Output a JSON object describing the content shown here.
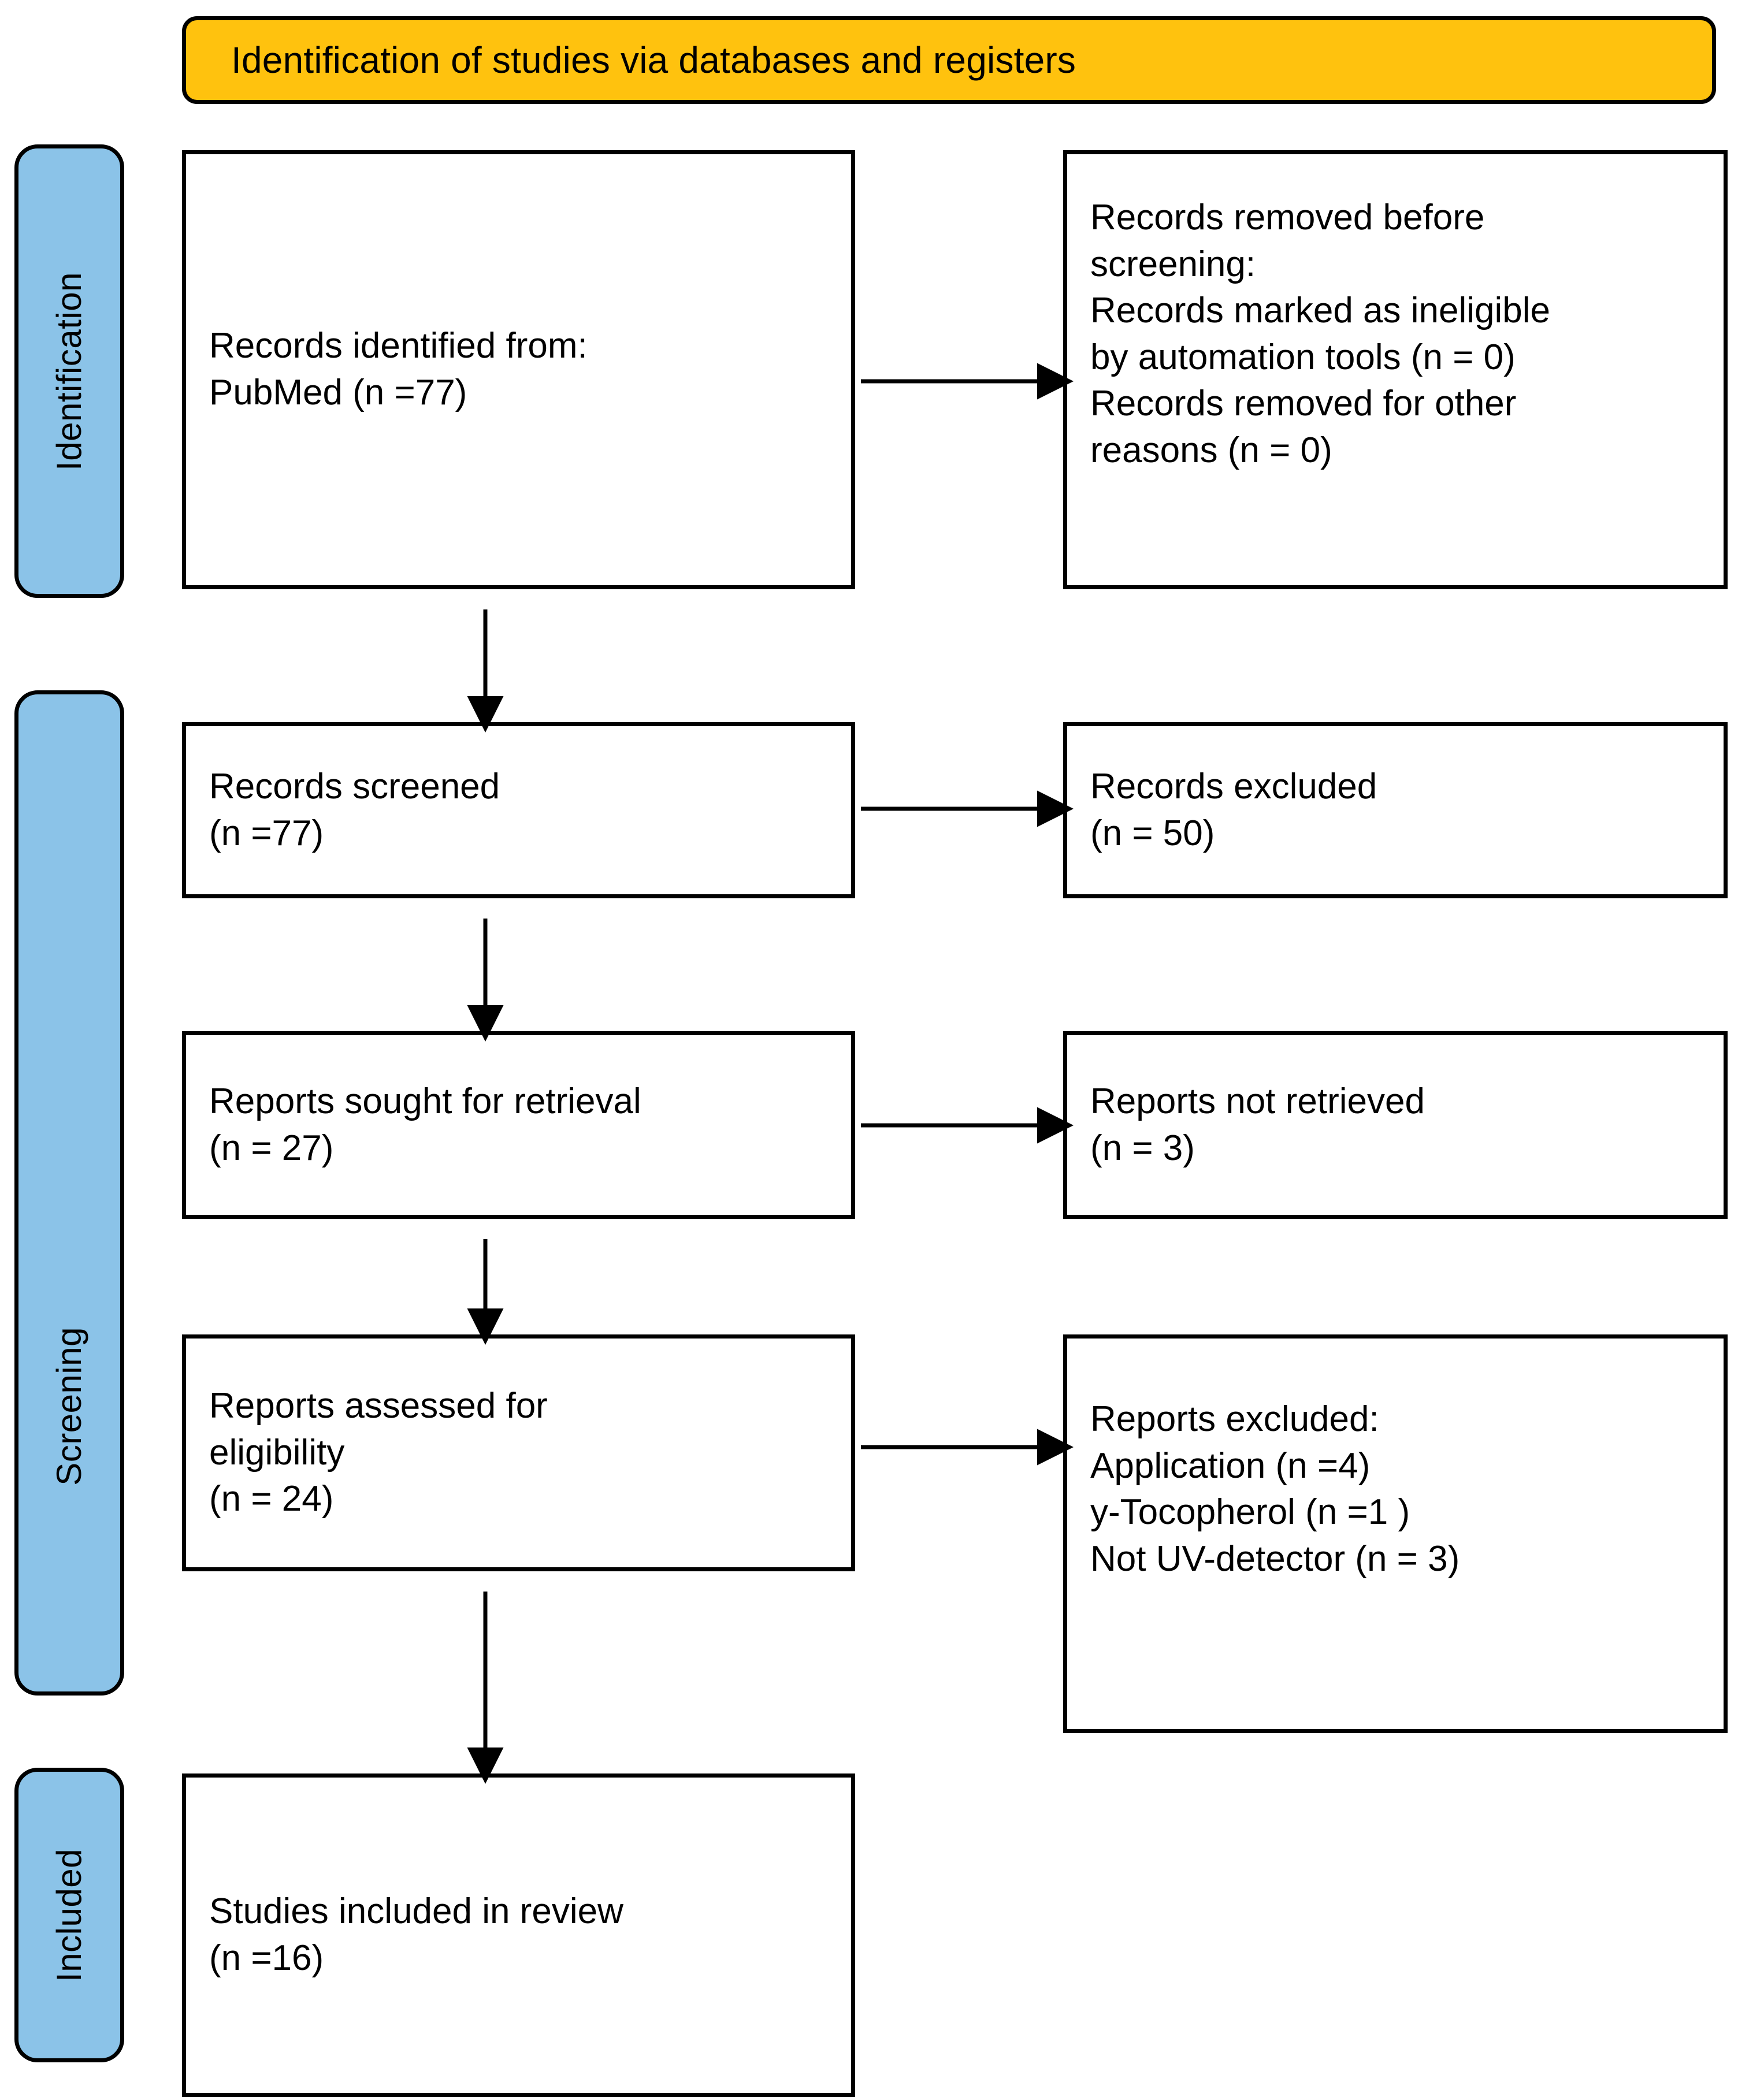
{
  "diagram": {
    "title": "Identification of studies via databases and registers",
    "colors": {
      "banner": "#FFC20E",
      "stage_label": "#8BC3E8",
      "box_border": "#000000",
      "box_fill": "#FFFFFF"
    }
  },
  "stages": [
    {
      "key": "identification",
      "label": "Identification"
    },
    {
      "key": "screening",
      "label": "Screening"
    },
    {
      "key": "included",
      "label": "Included"
    }
  ],
  "nodes": {
    "records_identified": {
      "lines": [
        "Records identified from:",
        "PubMed (n =77)"
      ]
    },
    "records_removed": {
      "lines": [
        "Records removed before",
        "screening:",
        "Records marked as ineligible",
        "by automation tools (n = 0)",
        "Records removed for other",
        "reasons (n = 0)"
      ]
    },
    "records_screened": {
      "lines": [
        "Records screened",
        "(n =77)"
      ]
    },
    "records_excluded": {
      "lines": [
        "Records excluded",
        "(n = 50)"
      ]
    },
    "reports_sought": {
      "lines": [
        "Reports sought for retrieval",
        "(n = 27)"
      ]
    },
    "reports_not_retrieved": {
      "lines": [
        "Reports not retrieved",
        "(n = 3)"
      ]
    },
    "reports_assessed": {
      "lines": [
        "Reports assessed for",
        "eligibility",
        "(n = 24)"
      ]
    },
    "reports_excluded": {
      "lines": [
        "Reports excluded:",
        "Application (n =4)",
        "y-Tocopherol (n =1 )",
        "Not UV-detector (n = 3)"
      ]
    },
    "studies_included": {
      "lines": [
        "Studies included in review",
        "(n =16)"
      ]
    }
  },
  "chart_data": {
    "type": "diagram",
    "title": "Identification of studies via databases and registers",
    "flow": [
      {
        "stage": "Identification",
        "node": "Records identified from: PubMed",
        "n": 77
      },
      {
        "stage": "Identification",
        "node": "Records marked as ineligible by automation tools",
        "n": 0,
        "kind": "excluded"
      },
      {
        "stage": "Identification",
        "node": "Records removed for other reasons",
        "n": 0,
        "kind": "excluded"
      },
      {
        "stage": "Screening",
        "node": "Records screened",
        "n": 77
      },
      {
        "stage": "Screening",
        "node": "Records excluded",
        "n": 50,
        "kind": "excluded"
      },
      {
        "stage": "Screening",
        "node": "Reports sought for retrieval",
        "n": 27
      },
      {
        "stage": "Screening",
        "node": "Reports not retrieved",
        "n": 3,
        "kind": "excluded"
      },
      {
        "stage": "Screening",
        "node": "Reports assessed for eligibility",
        "n": 24
      },
      {
        "stage": "Screening",
        "node": "Reports excluded: Application",
        "n": 4,
        "kind": "excluded"
      },
      {
        "stage": "Screening",
        "node": "Reports excluded: y-Tocopherol",
        "n": 1,
        "kind": "excluded"
      },
      {
        "stage": "Screening",
        "node": "Reports excluded: Not UV-detector",
        "n": 3,
        "kind": "excluded"
      },
      {
        "stage": "Included",
        "node": "Studies included in review",
        "n": 16
      }
    ]
  }
}
